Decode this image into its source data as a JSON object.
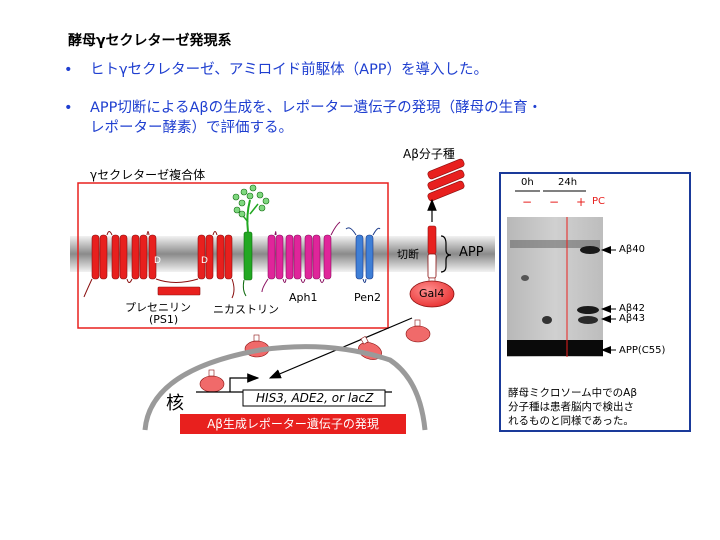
{
  "title": "酵母γセクレターゼ発現系",
  "bullets": [
    {
      "mark": "•",
      "lines": [
        "ヒトγセクレターゼ、アミロイド前駆体（APP）を導入した。"
      ]
    },
    {
      "mark": "•",
      "lines": [
        "APP切断によるAβの生成を、レポーター遺伝子の発現（酵母の生育・",
        "レポーター酵素）で評価する。"
      ]
    }
  ],
  "diagram": {
    "complex_label": "γセクレターゼ複合体",
    "abeta_species": "Aβ分子種",
    "cleavage": "切断",
    "app": "APP",
    "domain_d1": "D",
    "domain_d2": "D",
    "presenilin": "プレセニリン",
    "ps1": "(PS1)",
    "nicastrin": "ニカストリン",
    "aph1": "Aph1",
    "pen2": "Pen2",
    "gal4": "Gal4",
    "nucleus": "核",
    "reporter_genes": "HIS3, ADE2, or lacZ",
    "reporter_expression": "Aβ生成レポーター遺伝子の発現"
  },
  "blot": {
    "time_0h": "0h",
    "time_24h": "24h",
    "lane_marks": [
      "−",
      "−",
      "+"
    ],
    "pc": "PC",
    "bands": [
      "Aβ40",
      "Aβ42",
      "Aβ43",
      "APP(C55)"
    ],
    "caption": [
      "酵母ミクロソーム中でのAβ",
      "分子種は患者脳内で検出さ",
      "れるものと同様であった。"
    ]
  },
  "colors": {
    "bullet_text": "#1f3fd0",
    "red": "#e8201e",
    "magenta": "#e0259a",
    "green": "#22a822",
    "blue": "#3f7fd6",
    "panel_border": "#1a3a9a"
  }
}
